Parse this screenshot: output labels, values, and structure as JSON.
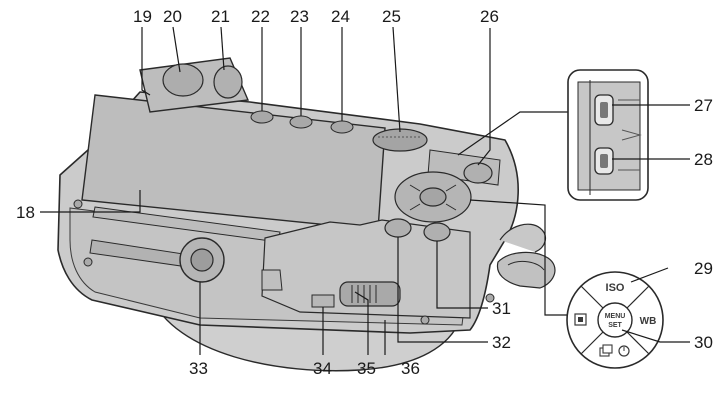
{
  "callouts": {
    "c18": "18",
    "c19": "19",
    "c20": "20",
    "c21": "21",
    "c22": "22",
    "c23": "23",
    "c24": "24",
    "c25": "25",
    "c26": "26",
    "c27": "27",
    "c28": "28",
    "c29": "29",
    "c30": "30",
    "c31": "31",
    "c32": "32",
    "c33": "33",
    "c34": "34",
    "c35": "35",
    "c36": "36"
  },
  "dial_labels": {
    "top": "ISO",
    "right": "WB",
    "center_top": "MENU",
    "center_bottom": "SET"
  }
}
